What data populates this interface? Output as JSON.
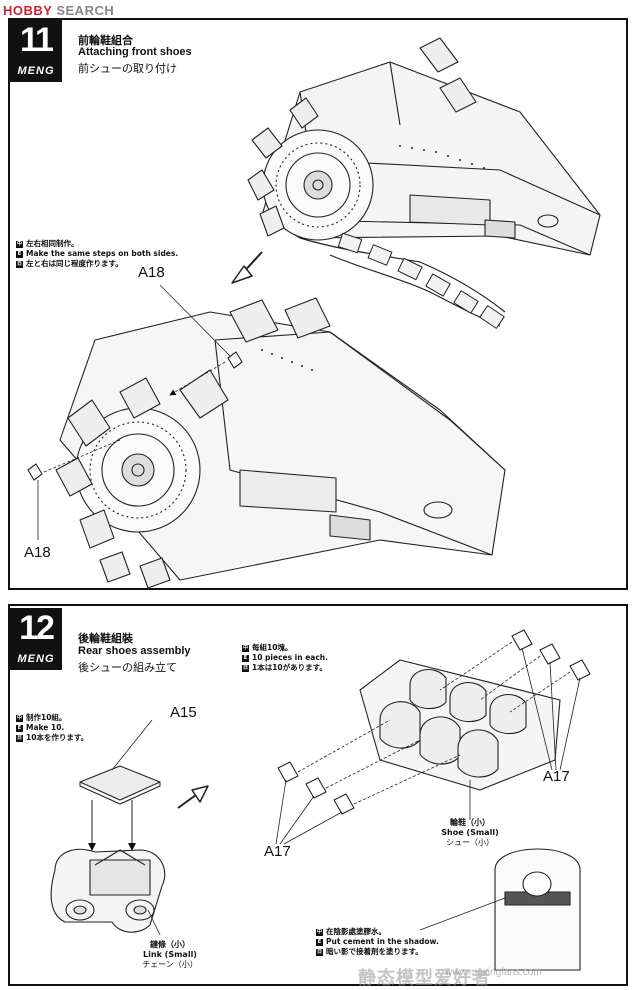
{
  "header": {
    "logo_text_hobby": "HOBBY",
    "logo_text_search": "SEARCH"
  },
  "step11": {
    "number": "11",
    "brand": "MENG",
    "title_cn": "前輪鞋組合",
    "title_en": "Attaching front shoes",
    "title_jp": "前シューの取り付け",
    "note_cn": "左右相同制作。",
    "note_en": "Make the same steps on both sides.",
    "note_jp": "左と右は同じ程度作ります。",
    "callout_top": "A18",
    "callout_bottom": "A18"
  },
  "step12": {
    "number": "12",
    "brand": "MENG",
    "title_cn": "後輪鞋組裝",
    "title_en": "Rear shoes assembly",
    "title_jp": "後シューの組み立て",
    "make_note_cn": "制作10組。",
    "make_note_en": "Make 10.",
    "make_note_jp": "10本を作ります。",
    "each_note_cn": "每組10塊。",
    "each_note_en": "10 pieces in each.",
    "each_note_jp": "1本は10があります。",
    "callout_a15": "A15",
    "callout_a17_right": "A17",
    "callout_a17_left": "A17",
    "link_label_cn": "鏈條（小）",
    "link_label_en": "Link (Small)",
    "link_label_jp": "チェーン（小）",
    "shoe_label_cn": "輪鞋（小）",
    "shoe_label_en": "Shoe (Small)",
    "shoe_label_jp": "シュー（小）",
    "cement_note_cn": "在陰影處塗膠水。",
    "cement_note_en": "Put cement in the shadow.",
    "cement_note_jp": "暗い影で接着剤を塗ります。"
  },
  "watermark": {
    "text_cn": "静态模型爱好者",
    "url": "www.moxingfans.com"
  },
  "icons": {
    "note_marker": "square-bullet-icon",
    "direction": "arrow-icon"
  }
}
